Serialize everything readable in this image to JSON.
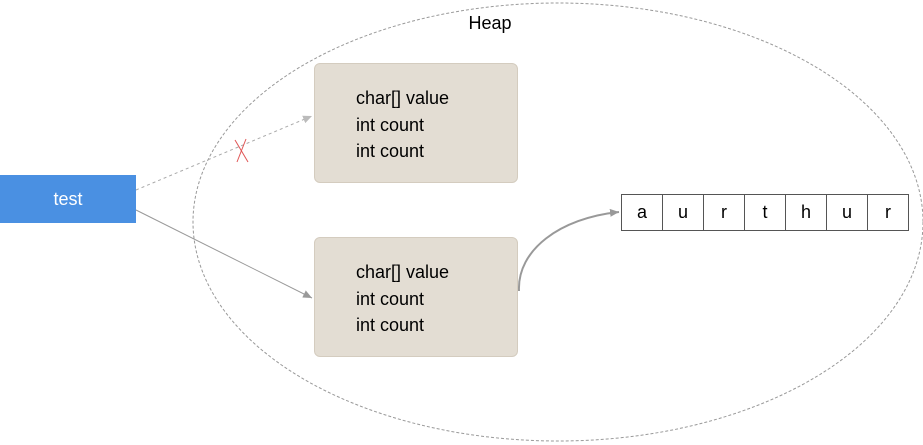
{
  "heap": {
    "label": "Heap"
  },
  "reference": {
    "label": "test"
  },
  "objects": [
    {
      "fields": [
        "char[] value",
        "int count",
        "int count"
      ],
      "status": "unreferenced"
    },
    {
      "fields": [
        "char[] value",
        "int count",
        "int count"
      ],
      "status": "referenced"
    }
  ],
  "char_array": {
    "cells": [
      "a",
      "u",
      "r",
      "t",
      "h",
      "u",
      "r"
    ]
  },
  "colors": {
    "reference_box": "#4a90e2",
    "object_box": "#e3ddd3",
    "broken_mark": "#e05555",
    "arrow": "#999999"
  }
}
